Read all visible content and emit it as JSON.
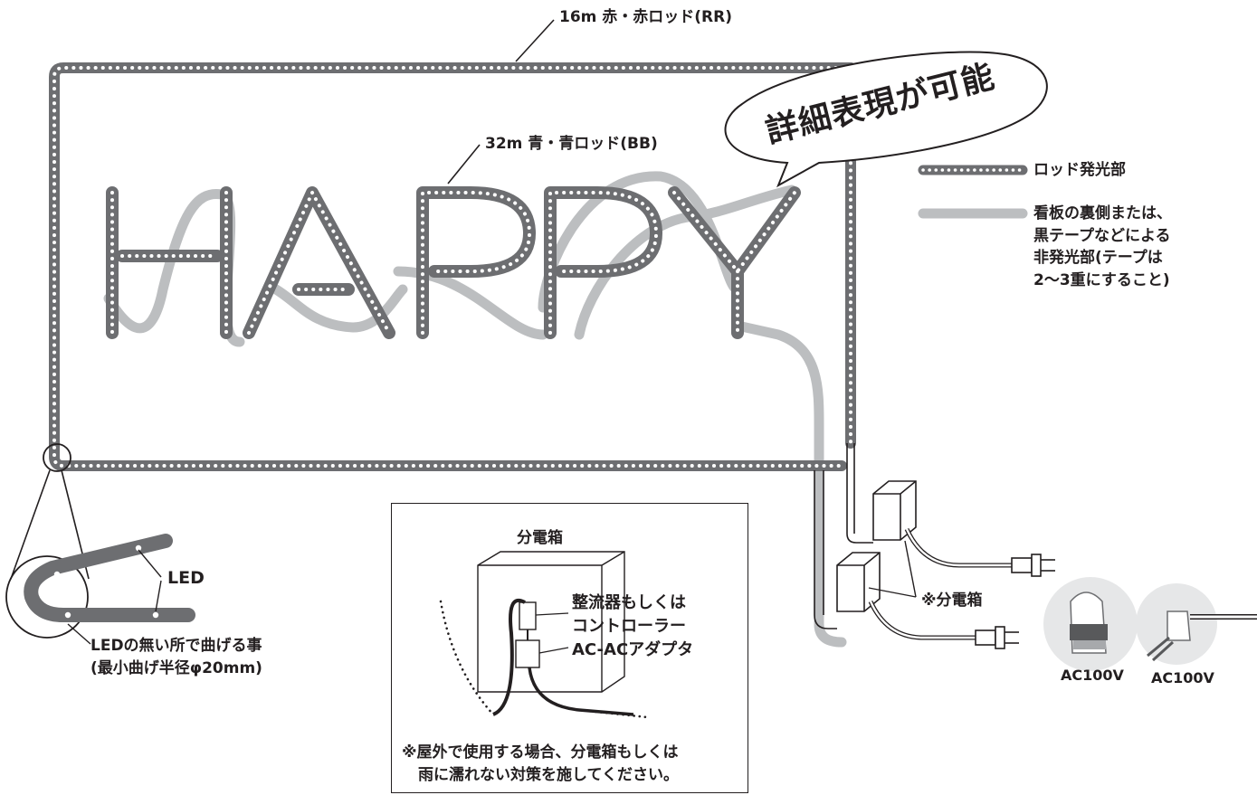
{
  "labels": {
    "red_rod": "16m 赤・赤ロッド(RR)",
    "blue_rod": "32m 青・青ロッド(BB)",
    "callout": "詳細表現が可能",
    "happy_text": "HAPPY",
    "legend_lit": "ロッド発光部",
    "legend_unlit_lines": [
      "看板の裏側または、",
      "黒テープなどによる",
      "非発光部(テープは",
      "2〜3重にすること)"
    ],
    "led": "LED",
    "bend_note_lines": [
      "LEDの無い所で曲げる事",
      "(最小曲げ半径φ20mm)"
    ],
    "distribution_box": "※分電箱",
    "outlet_label": "AC100V",
    "plug_label": "AC100V"
  },
  "inset": {
    "title": "分電箱",
    "rectifier_lines": [
      "整流器もしくは",
      "コントローラー"
    ],
    "adapter": "AC-ACアダプタ",
    "note_lines": [
      "※屋外で使用する場合、分電箱もしくは",
      "雨に濡れない対策を施してください。"
    ]
  },
  "colors": {
    "rod_gray": "#6d6e71",
    "unlit_gray": "#bcbec0",
    "line_black": "#231f20",
    "led_white": "#ffffff"
  }
}
